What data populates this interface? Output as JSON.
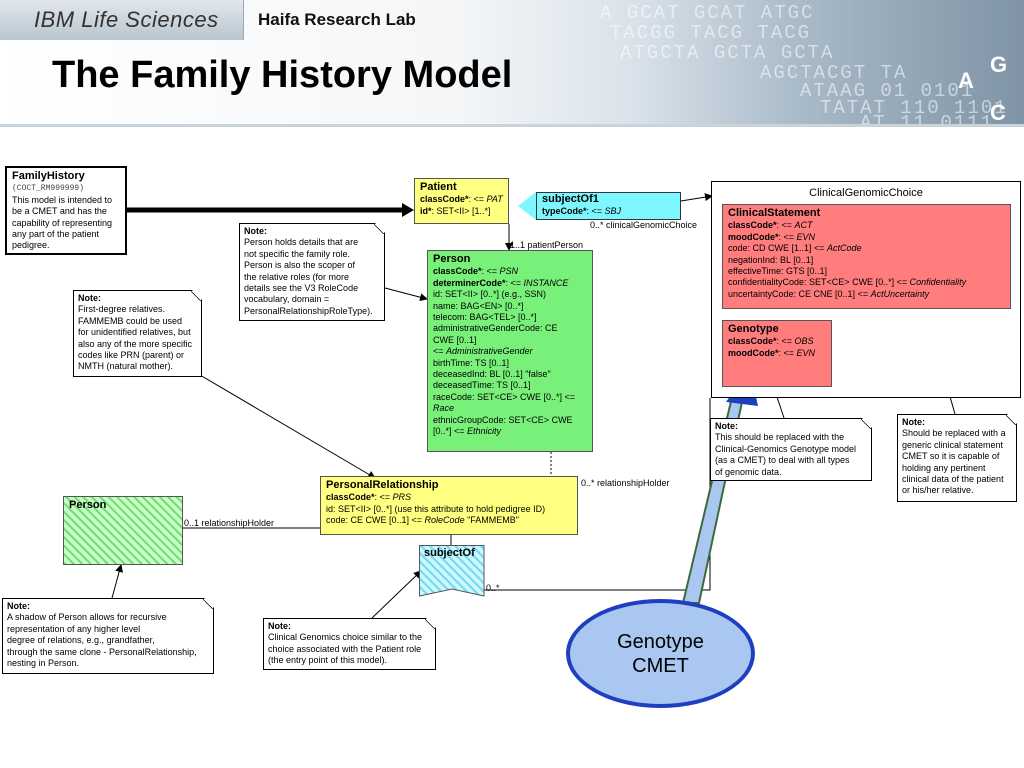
{
  "header": {
    "brand": "IBM Life Sciences",
    "lab": "Haifa Research Lab",
    "title": "The Family History Model",
    "dna_rows": [
      "A GCAT GCAT ATGC",
      "TACGG TACG TACG",
      "ATGCTA GCTA GCTA",
      "AGCTACGT TA",
      "ATAAG 01 0101",
      "TATAT 110 1101",
      "AT 11 0111"
    ],
    "dna_letters": [
      "G",
      "A",
      "C"
    ]
  },
  "family_history": {
    "title": "FamilyHistory",
    "code": "(COCT_RM999999)",
    "description": "This model is intended to be a CMET and has the capability of representing any part of the patient pedigree."
  },
  "patient": {
    "title": "Patient",
    "line1_key": "classCode*",
    "line1_rest": ": <= ",
    "line1_val": "PAT",
    "line2_key": "id*",
    "line2_rest": ": SET<II> [1..*]"
  },
  "subject_of1": {
    "title": "subjectOf1",
    "line1_key": "typeCode*",
    "line1_rest": ": <= ",
    "line1_val": "SBJ"
  },
  "person_green": {
    "title": "Person",
    "class_key": "classCode*",
    "class_rest": ": <= ",
    "class_val": "PSN",
    "determiner_key": "determinerCode*",
    "determiner_rest": ": <= ",
    "determiner_val": "INSTANCE",
    "lines": [
      "id: SET<II> [0..*] (e.g., SSN)",
      "name: BAG<EN> [0..*]",
      "telecom: BAG<TEL> [0..*]",
      "administrativeGenderCode: CE",
      "CWE [0..1]"
    ],
    "admin_prefix": " <= ",
    "admin_val": "AdministrativeGender",
    "lines2": [
      "birthTime: TS [0..1]",
      "deceasedInd: BL [0..1] \"false\"",
      "deceasedTime: TS [0..1]",
      "raceCode: SET<CE> CWE [0..*] <="
    ],
    "race_val": "Race",
    "ethnic_line": "ethnicGroupCode: SET<CE> CWE",
    "ethnic_rest": "[0..*] <= ",
    "ethnic_val": "Ethnicity"
  },
  "clinical_genomic_choice": {
    "title": "ClinicalGenomicChoice"
  },
  "clinical_statement": {
    "title": "ClinicalStatement",
    "class_key": "classCode*",
    "class_rest": ": <= ",
    "class_val": "ACT",
    "mood_key": "moodCode*",
    "mood_rest": ": <= ",
    "mood_val": "EVN",
    "code_line": "code: CD CWE [1..1] <= ",
    "code_val": "ActCode",
    "lines": [
      "negationInd: BL [0..1]",
      "effectiveTime: GTS [0..1]"
    ],
    "conf_line": "confidentialityCode: SET<CE> CWE [0..*] <= ",
    "conf_val": "Confidentiality",
    "unc_line": "uncertaintyCode: CE CNE [0..1] <= ",
    "unc_val": "ActUncertainty"
  },
  "genotype": {
    "title": "Genotype",
    "class_key": "classCode*",
    "class_rest": ": <= ",
    "class_val": "OBS",
    "mood_key": "moodCode*",
    "mood_rest": ": <= ",
    "mood_val": "EVN"
  },
  "personal_relationship": {
    "title": "PersonalRelationship",
    "class_key": "classCode*",
    "class_rest": ": <= ",
    "class_val": "PRS",
    "id_line": "id: SET<II> [0..*] (use this attribute to hold pedigree ID)",
    "code_line": "code: CE CWE [0..1] <= ",
    "code_val": "RoleCode",
    "code_tail": " \"FAMMEMB\""
  },
  "person_shadow": {
    "title": "Person"
  },
  "subject_of": {
    "title": "subjectOf"
  },
  "labels": {
    "cgc_mult": "0..* clinicalGenomicChoice",
    "patient_person": "1..1 patientPerson",
    "rel_holder_right": "0..* relationshipHolder",
    "rel_holder_left": "0..1 relationshipHolder",
    "subject_of_mult": "0..*"
  },
  "notes": {
    "person_roles": {
      "title": "Note:",
      "lines": [
        "Person holds details that are",
        "not specific the family role.",
        "Person is also the scoper of",
        "the relative roles (for more",
        "details see the V3 RoleCode",
        "vocabulary, domain =",
        "PersonalRelationshipRoleType)."
      ]
    },
    "first_degree": {
      "title": "Note:",
      "lines": [
        "First-degree relatives.",
        "FAMMEMB could be used",
        "for unidentified relatives, but",
        "also any of the more specific",
        "codes like PRN (parent) or",
        "NMTH (natural mother)."
      ]
    },
    "genotype_cmet": {
      "title": "Note:",
      "lines": [
        "This should be replaced with the",
        "Clinical-Genomics Genotype model",
        "(as a CMET) to deal with all types",
        "of genomic data."
      ]
    },
    "generic_statement": {
      "title": "Note:",
      "lines": [
        "Should be replaced with a",
        "generic clinical statement",
        "CMET so it is capable of",
        "holding any pertinent",
        "clinical data of the patient",
        "or his/her relative."
      ]
    },
    "shadow_person": {
      "title": "Note:",
      "lines": [
        "A shadow of Person allows for recursive",
        "representation of any higher level",
        "degree of relations, e.g., grandfather,",
        "through the same clone - PersonalRelationship,",
        "nesting in Person."
      ]
    },
    "clinical_choice": {
      "title": "Note:",
      "lines": [
        "Clinical Genomics choice similar to the",
        "choice associated with the Patient role",
        "(the entry point of this model)."
      ]
    }
  },
  "callout": {
    "line1": "Genotype",
    "line2": "CMET"
  },
  "colors": {
    "patient": "#ffff80",
    "person": "#79f079",
    "act": "#ff7d7d",
    "subject": "#7cf7ff",
    "callout_fill": "#a9c7f0",
    "callout_border": "#1f3fc0",
    "callout_arrow": "#3b6b3b"
  },
  "icons": [
    "arrow-icon",
    "dna-pattern-icon"
  ]
}
